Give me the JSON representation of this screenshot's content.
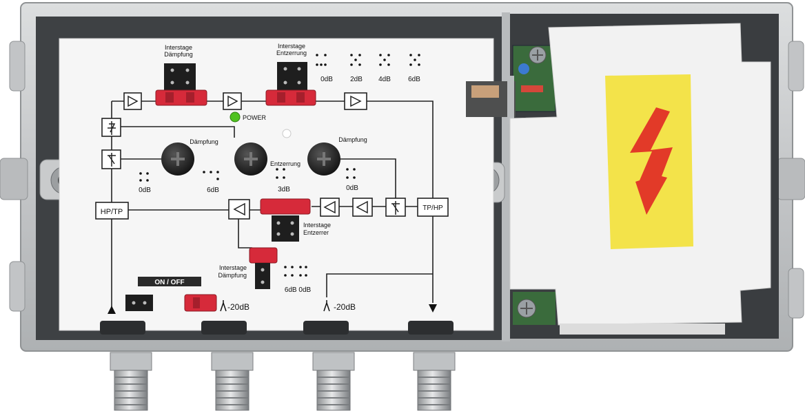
{
  "labels": {
    "interstage_top_left": [
      "Interstage",
      "Dämpfung"
    ],
    "interstage_top_right": [
      "Interstage",
      "Entzerrung"
    ],
    "db_top": [
      "0dB",
      "2dB",
      "4dB",
      "6dB"
    ],
    "power": "POWER",
    "daempfung_left": "Dämpfung",
    "entzerrung_mid": "Entzerrung",
    "daempfung_right": "Dämpfung",
    "db_row2": [
      "0dB",
      "6dB",
      "3dB",
      "0dB"
    ],
    "hp_tp": "HP/TP",
    "tp_hp": "TP/HP",
    "interstage_entzerrer": [
      "Interstage",
      "Entzerrer"
    ],
    "interstage_daempfung_low": [
      "Interstage",
      "Dämpfung"
    ],
    "db_low": "6dB 0dB",
    "on_off": "ON / OFF",
    "minus20_left": "-20dB",
    "minus20_right": "-20dB"
  },
  "colors": {
    "housing": "#c9cbcc",
    "panel": "#f6f6f6",
    "jumper_red": "#d62a3a",
    "warning_yellow": "#f3e34a",
    "bolt_red": "#e23a28",
    "led_green": "#4fc21f"
  },
  "icons": {
    "warning": "lightning-bolt-icon"
  }
}
